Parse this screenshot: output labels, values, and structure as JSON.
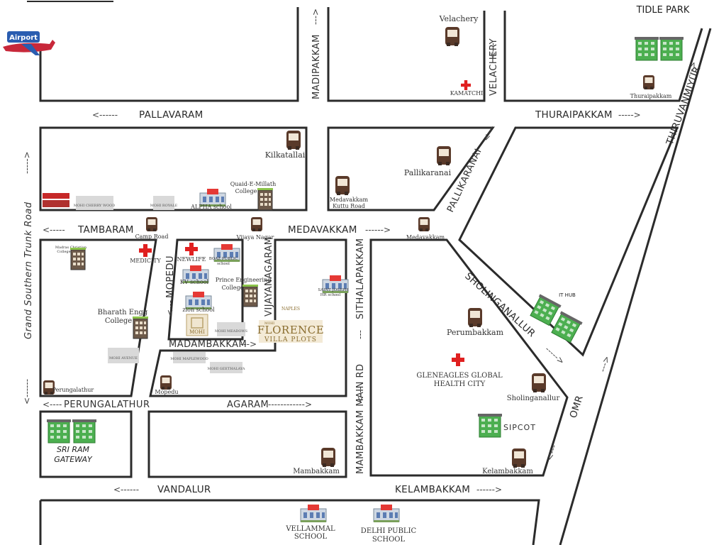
{
  "labels": {
    "airport": "Airport",
    "tidle_park": "TIDLE PARK",
    "velachery_area": "Velachery",
    "kamatchi": "KAMATCHI",
    "thuraipakkam_bus": "Thuraipakkam",
    "madipakkam": "MADIPAKKAM",
    "velachery_road": "VELACHERY",
    "pallavaram": "PALLAVARAM",
    "thuraipakkam_road": "THURAIPAKKAM",
    "thiruvanmiyur": "THIRUVANMIYUR",
    "gst_road": "Grand Southern Trunk Road",
    "kilkatallai": "Kilkatallai",
    "pallikaranai": "Pallikaranai",
    "pallikaranai_road": "PALLIKARANAI",
    "medavakkam_kuttu_1": "Medavakkam",
    "medavakkam_kuttu_2": "Kuttu Road",
    "quaid_1": "Quaid-E-Millath",
    "quaid_2": "College",
    "alpha": "ALPHA school",
    "mohi_cherry": "MOHI CHERRY WOOD",
    "mohi_royale": "MOHI ROYALE",
    "tambaram": "TAMBARAM",
    "camp_road": "Camp Road",
    "vijaya_nagar": "Vijaya Nagar",
    "medavakkam_road": "MEDAVAKKAM",
    "medavakkam_bus": "Medavakkam",
    "sholinganallur_road": "SHOLINGANALLUR",
    "madras_christian_1": "Madras Christian",
    "madras_christian_2": "College",
    "medicity": "MEDICITY",
    "newlife": "NEWLIFE",
    "boaz_1": "BOAZ PUBLIC",
    "boaz_2": "school",
    "kv_school": "KV school",
    "prince_1": "Prince Engineering",
    "prince_2": "College",
    "mopedu": "MOPEDU",
    "vijayanagaram": "VIJAYANAGARAM",
    "saint_joseph_1": "SAINT JOSEPH",
    "saint_joseph_2": "HR school",
    "naples": "NAPLES",
    "sithalapakkam": "SITHALAPAKKAM",
    "ithub": "IT HUB",
    "zion": "zion school",
    "bharath_1": "Bharath Engg",
    "bharath_2": "College",
    "mohi_logo": "MOHI",
    "mohi_meadows": "MOHI MEADOWS",
    "florence_top": "MOHI",
    "florence_1": "FLORENCE",
    "florence_2": "VILLA PLOTS",
    "perumbakkam": "Perumbakkam",
    "madambakkam": "MADAMBAKKAM",
    "gleneagles_1": "GLENEAGLES GLOBAL",
    "gleneagles_2": "HEALTH CITY",
    "mohi_avenue": "MOHI AVENUE",
    "mohi_maplewood": "MOHI MAPLEWOOD",
    "mohi_geethalaya": "MOHI GEETHALAYA",
    "perungalathur_bus": "Perungalathur",
    "mopedu_bus": "Mopedu",
    "sholinganallur_bus": "Sholinganallur",
    "perungalathur_road": "PERUNGALATHUR",
    "agaram": "AGARAM",
    "mambakkam_main": "MAMBAKKAM MAIN RD",
    "omr": "OMR",
    "sipcot": "SIPCOT",
    "sri_ram_1": "SRI RAM",
    "sri_ram_2": "GATEWAY",
    "mambakkam": "Mambakkam",
    "kelambakkam_bus": "Kelambakkam",
    "vandalur": "VANDALUR",
    "kelambakkam_road": "KELAMBAKKAM",
    "vellammal_1": "VELLAMMAL",
    "vellammal_2": "SCHOOL",
    "dps_1": "DELHI PUBLIC",
    "dps_2": "SCHOOL"
  },
  "colors": {
    "road_line": "#2b2b2b",
    "hospital_red": "#e02020",
    "bus_fill": "#5a3a2a",
    "building_green": "#4caf50",
    "mohi_panel": "#d9d9d9",
    "florence_panel": "#f3ead6",
    "airport_blue": "#2a5db0",
    "airport_red": "#c8283a"
  },
  "icons": [
    "airport-icon",
    "bus-icon",
    "hospital-icon",
    "building-icon",
    "school-icon",
    "ithub-icon"
  ]
}
